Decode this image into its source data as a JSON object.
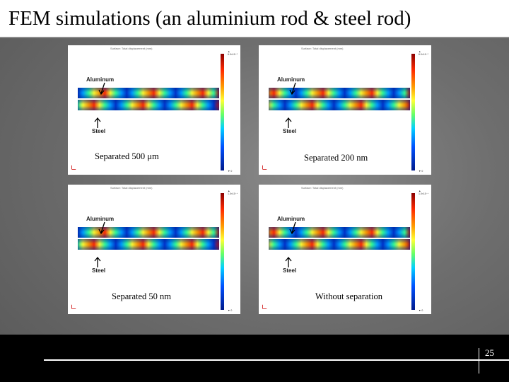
{
  "slide": {
    "title": "FEM simulations (an aluminium rod & steel rod)",
    "page_number": "25"
  },
  "panels": [
    {
      "caption": "Separated 500 μm",
      "label_top": "Aluminum",
      "label_bottom": "Steel"
    },
    {
      "caption": "Separated 200 nm",
      "label_top": "Aluminum",
      "label_bottom": "Steel"
    },
    {
      "caption": "Separated 50 nm",
      "label_top": "Aluminum",
      "label_bottom": "Steel"
    },
    {
      "caption": "Without separation",
      "label_top": "Aluminum",
      "label_bottom": "Steel"
    }
  ],
  "colors": {
    "title_bg": "#ffffff",
    "footer_bg": "#000000",
    "slide_bg": "#7a7a7a"
  }
}
